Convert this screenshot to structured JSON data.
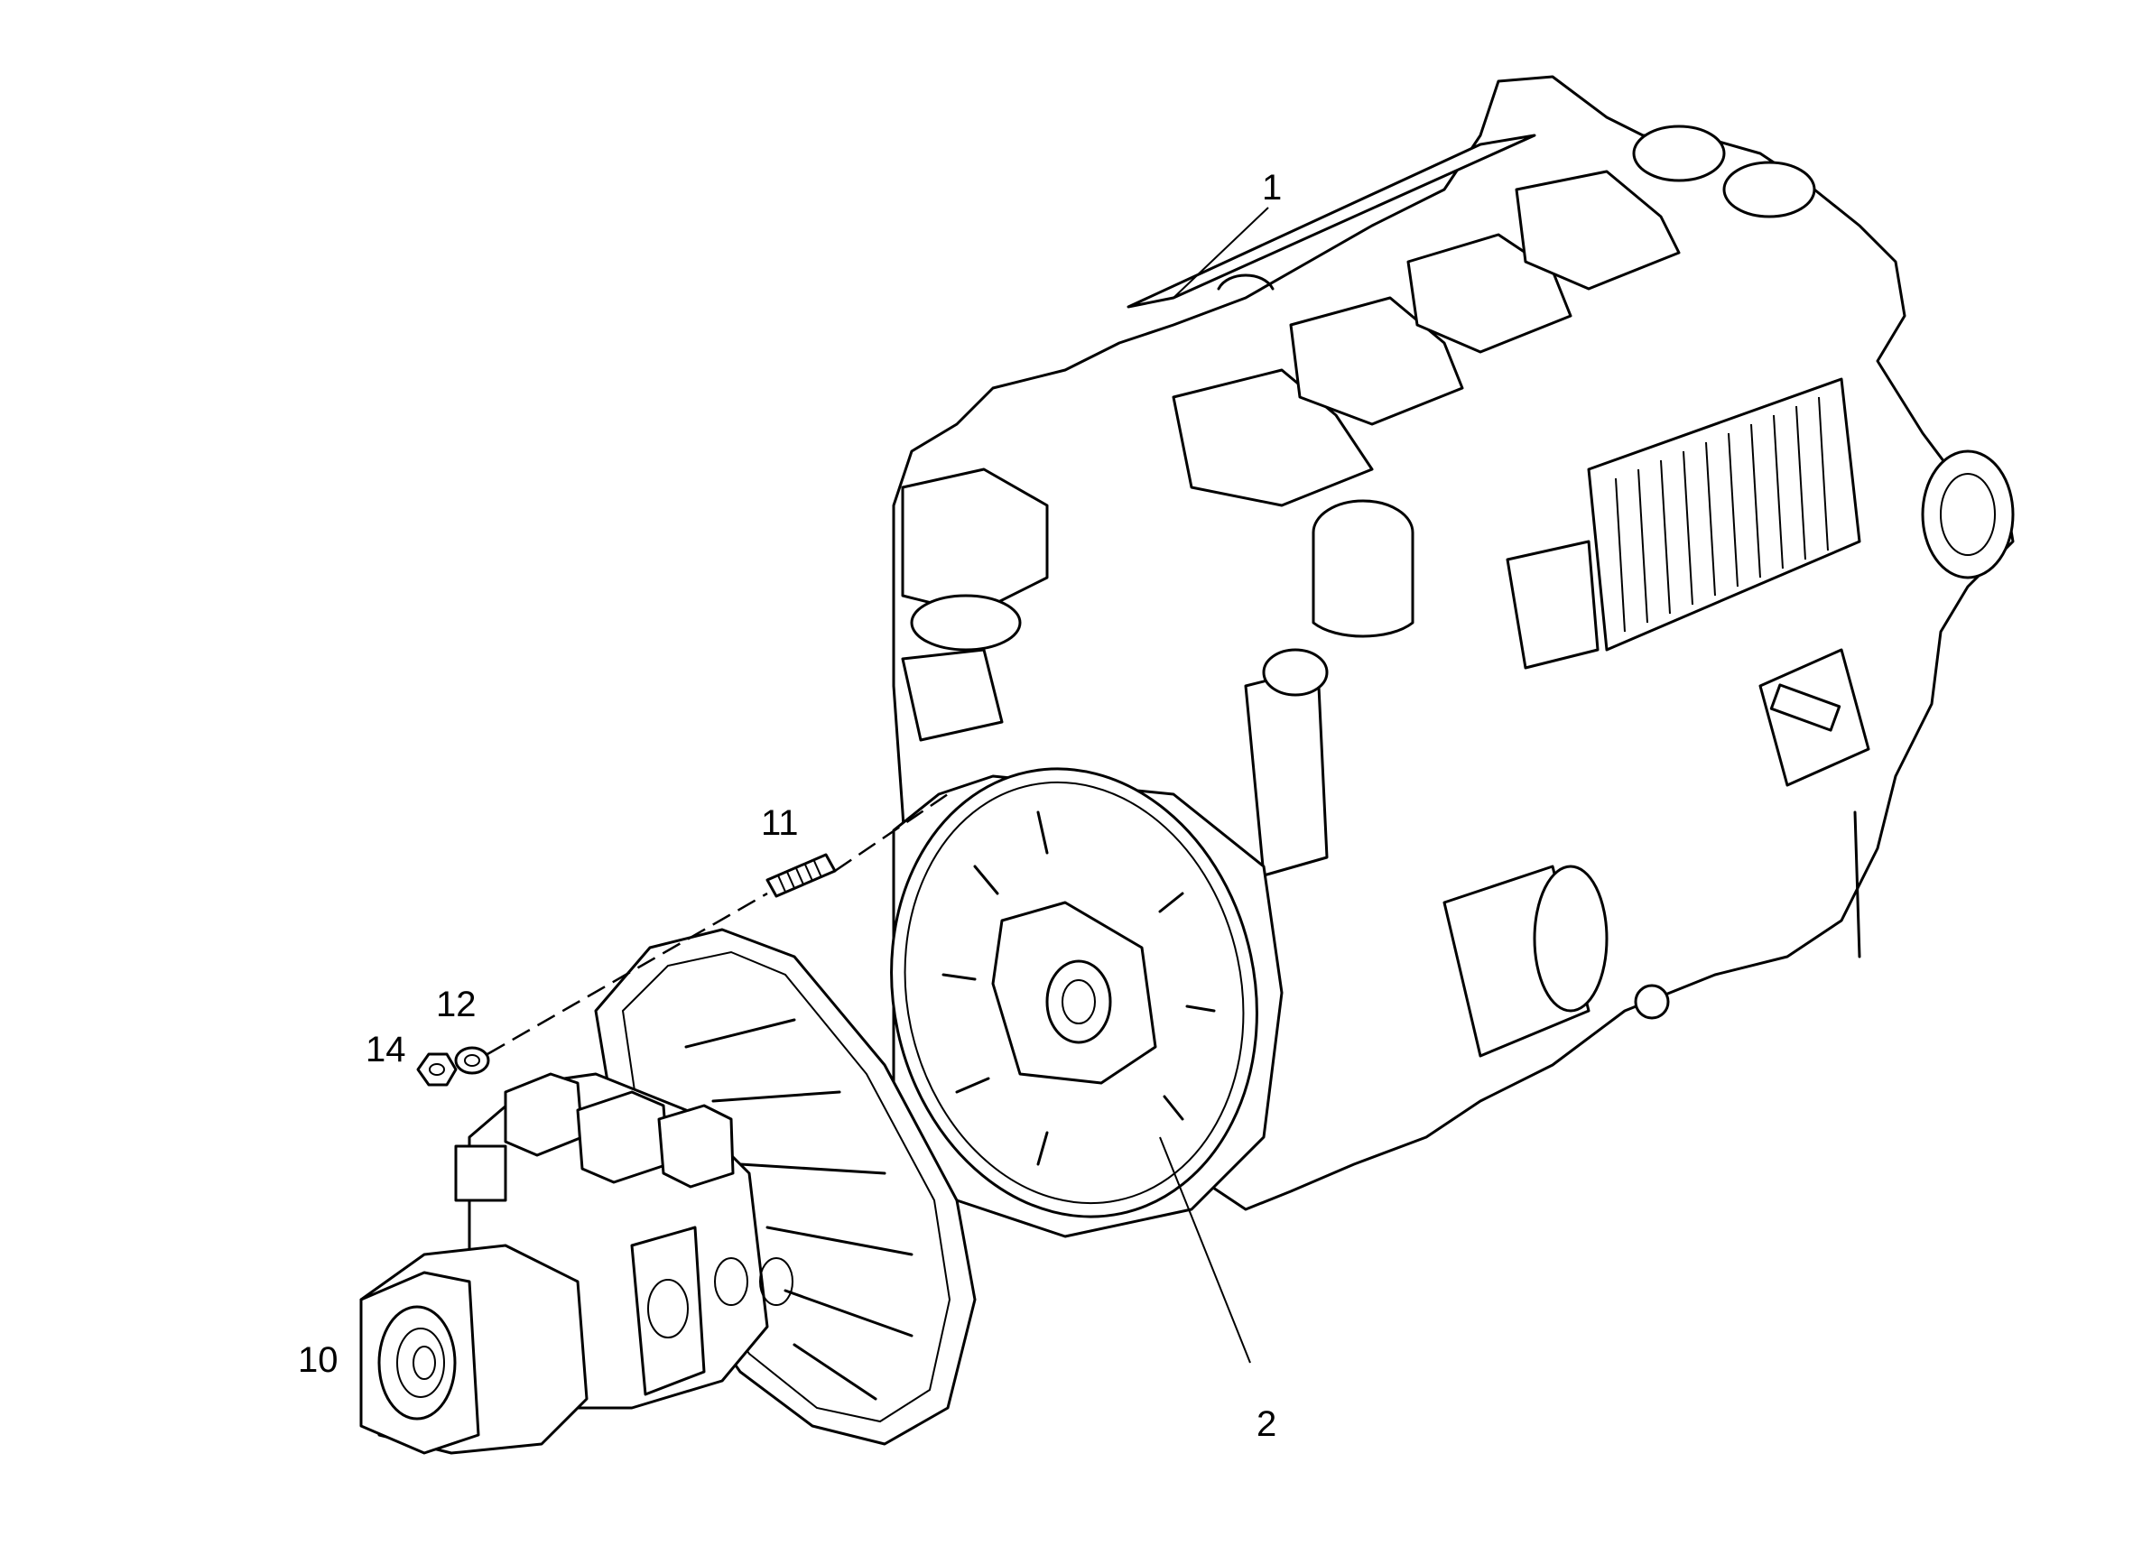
{
  "callouts": [
    {
      "id": "1",
      "label": "1"
    },
    {
      "id": "2",
      "label": "2"
    },
    {
      "id": "10",
      "label": "10"
    },
    {
      "id": "11",
      "label": "11"
    },
    {
      "id": "12",
      "label": "12"
    },
    {
      "id": "14",
      "label": "14"
    }
  ],
  "colors": {
    "line": "#000000",
    "background": "#ffffff"
  }
}
